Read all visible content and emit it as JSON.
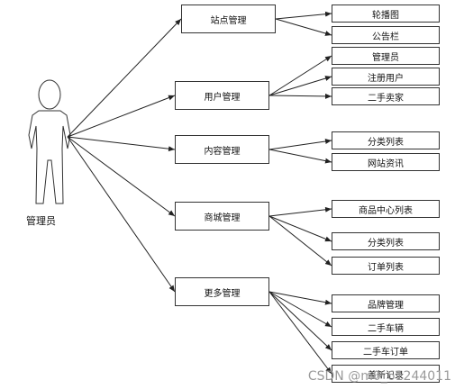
{
  "actor": {
    "label": "管理员"
  },
  "categories": [
    {
      "label": "站点管理",
      "children": [
        "轮播图",
        "公告栏"
      ]
    },
    {
      "label": "用户管理",
      "children": [
        "管理员",
        "注册用户",
        "二手卖家"
      ]
    },
    {
      "label": "内容管理",
      "children": [
        "分类列表",
        "网站资讯"
      ]
    },
    {
      "label": "商城管理",
      "children": [
        "商品中心列表",
        "分类列表",
        "订单列表"
      ]
    },
    {
      "label": "更多管理",
      "children": [
        "品牌管理",
        "二手车辆",
        "二手车订单",
        "盖新记录"
      ]
    }
  ],
  "watermark": "CSDN @m0_61244011"
}
